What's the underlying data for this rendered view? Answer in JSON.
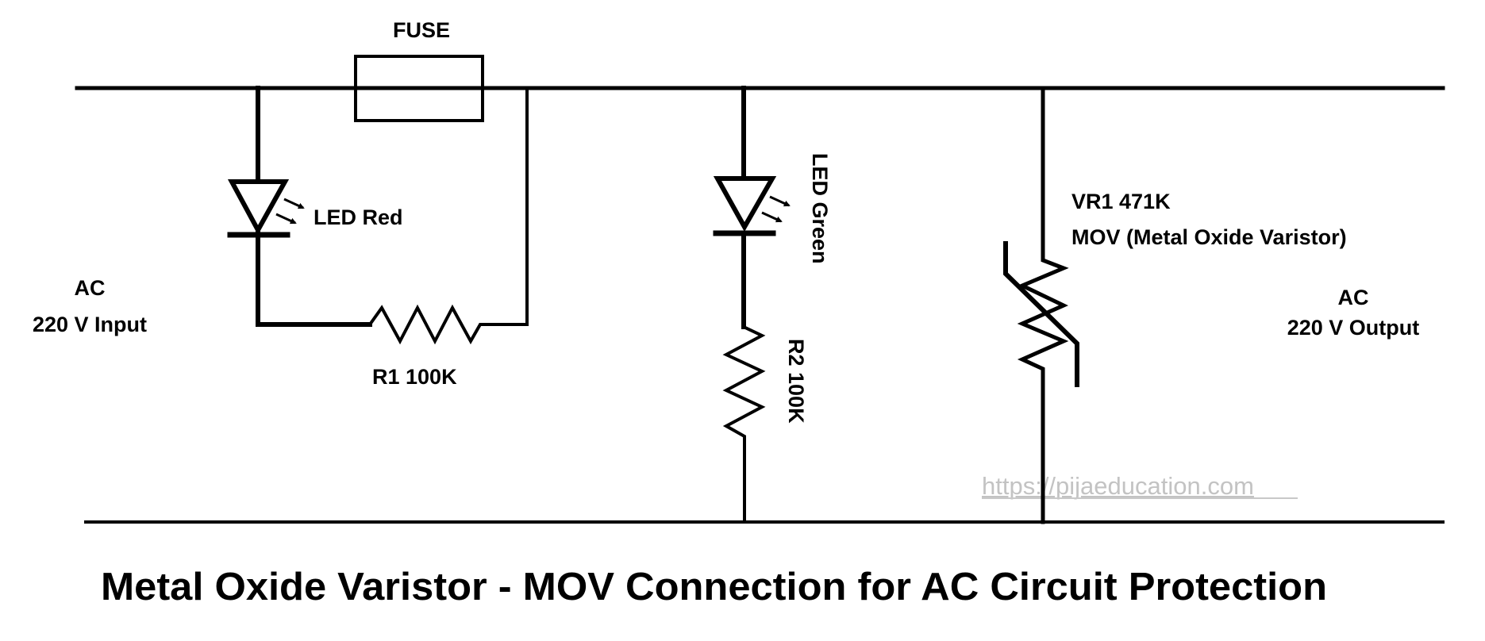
{
  "diagram": {
    "title": "Metal Oxide Varistor - MOV Connection for AC Circuit Protection",
    "watermark": "https://pijaeducation.com",
    "input": {
      "line1": "AC",
      "line2": "220 V Input"
    },
    "output": {
      "line1": "AC",
      "line2": "220 V Output"
    },
    "components": {
      "fuse": {
        "label": "FUSE"
      },
      "led_red": {
        "label": "LED Red",
        "color_name": "red"
      },
      "r1": {
        "label": "R1 100K",
        "ref": "R1",
        "value": "100K"
      },
      "led_green": {
        "label": "LED Green",
        "color_name": "green"
      },
      "r2": {
        "label": "R2 100K",
        "ref": "R2",
        "value": "100K"
      },
      "mov": {
        "label_line1": "VR1 471K",
        "label_line2": "MOV (Metal Oxide Varistor)",
        "ref": "VR1",
        "value": "471K"
      }
    },
    "colors": {
      "ink": "#000000",
      "watermark": "#c3c3c3",
      "background": "#ffffff"
    }
  }
}
